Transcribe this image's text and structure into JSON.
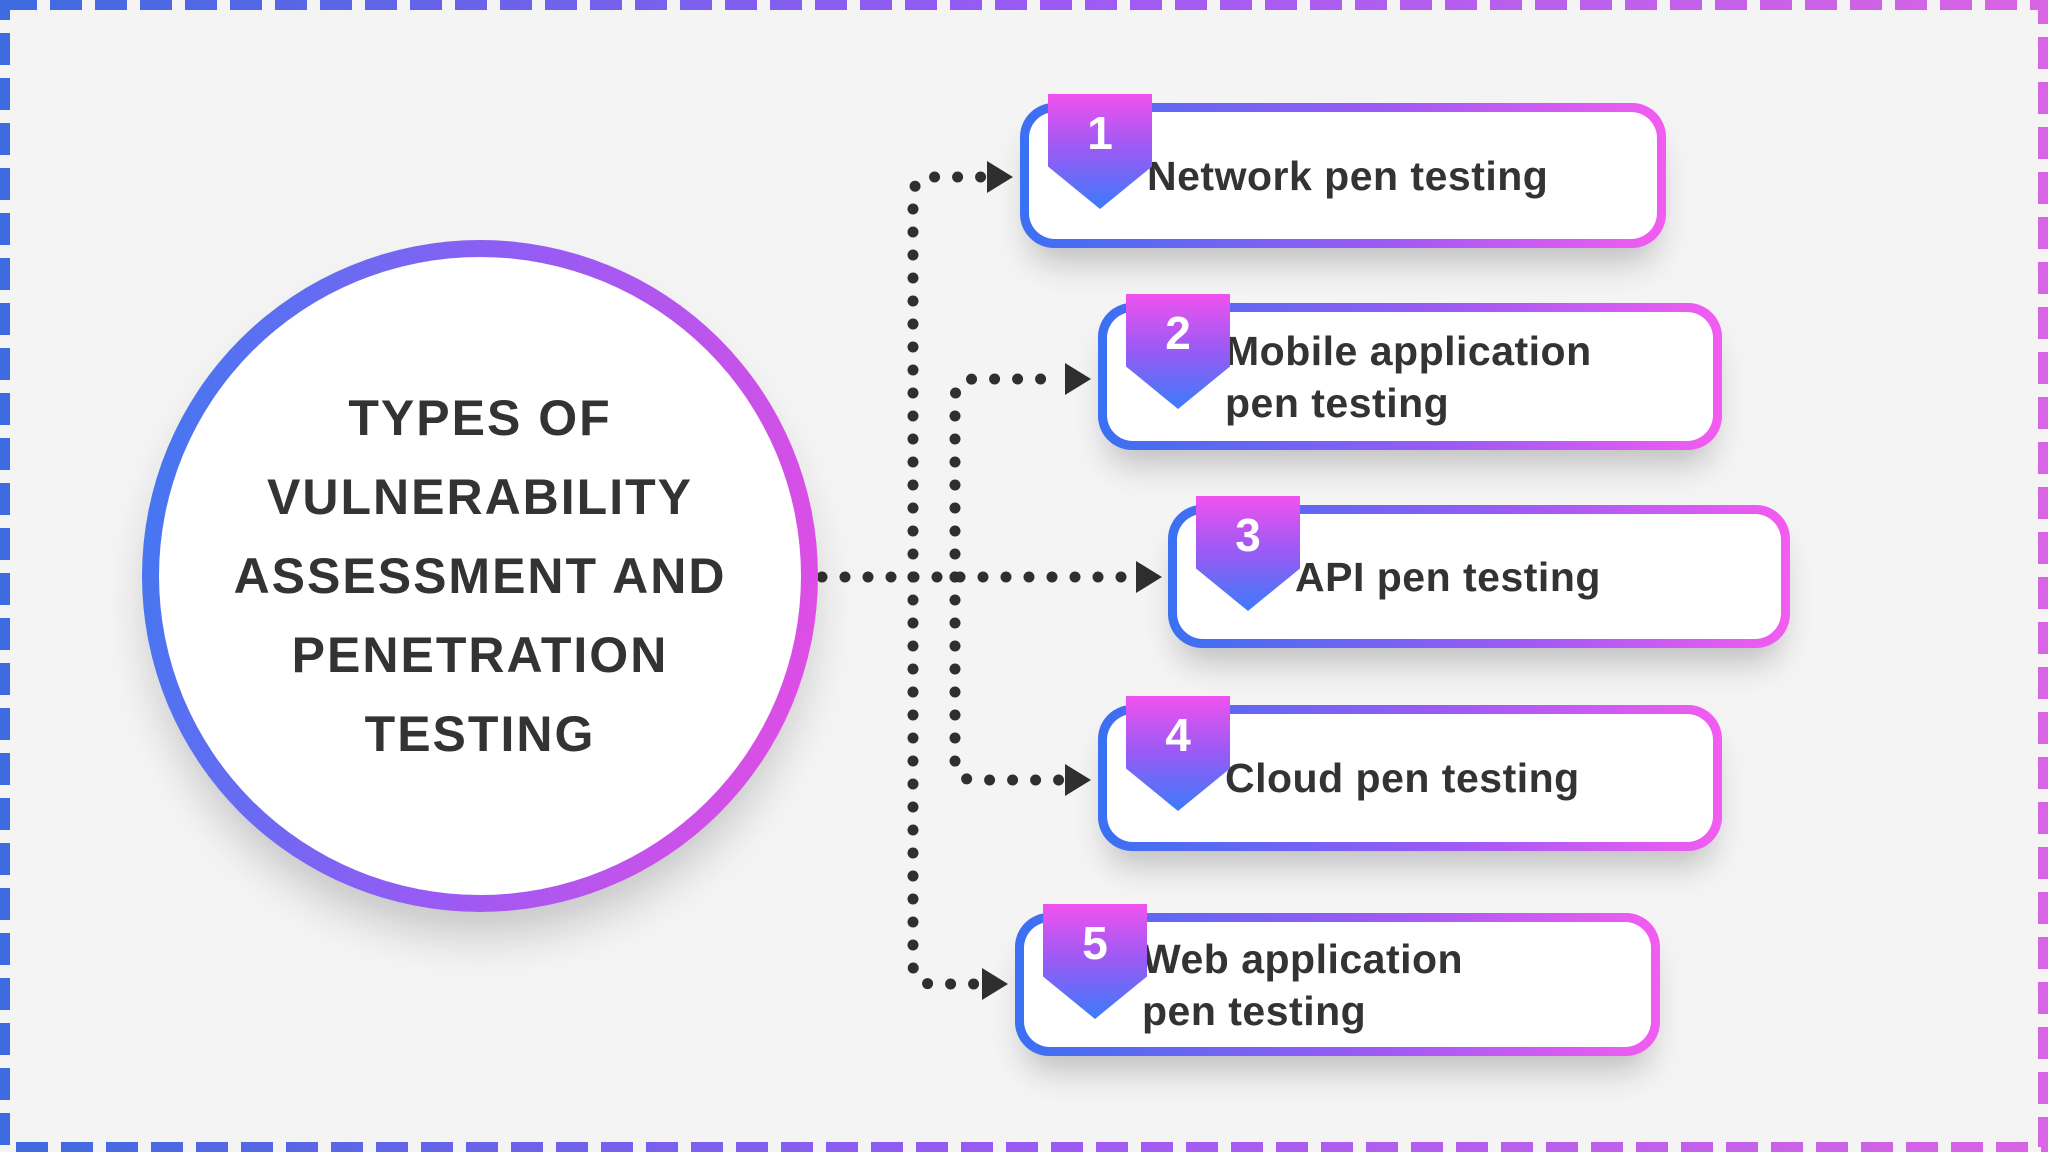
{
  "hub": {
    "title": "TYPES OF\nVULNERABILITY\nASSESSMENT AND\nPENETRATION\nTESTING"
  },
  "items": [
    {
      "number": "1",
      "label": "Network pen testing"
    },
    {
      "number": "2",
      "label": "Mobile application\npen testing"
    },
    {
      "number": "3",
      "label": "API pen testing"
    },
    {
      "number": "4",
      "label": "Cloud pen testing"
    },
    {
      "number": "5",
      "label": "Web application\npen testing"
    }
  ],
  "colors": {
    "bg": "#f4f4f4",
    "card": "#ffffff",
    "text": "#333333",
    "dot": "#2f2f2f",
    "blue": "#3a70f2",
    "purple": "#9a5af4",
    "magenta": "#f35cf0",
    "dash_blue": "#3e6be0",
    "dash_pink": "#d964e4",
    "badge_pink": "#f152ef",
    "badge_blue": "#3b7bfa",
    "circle_blue": "#3a7af0",
    "circle_pink": "#e94ce2"
  }
}
